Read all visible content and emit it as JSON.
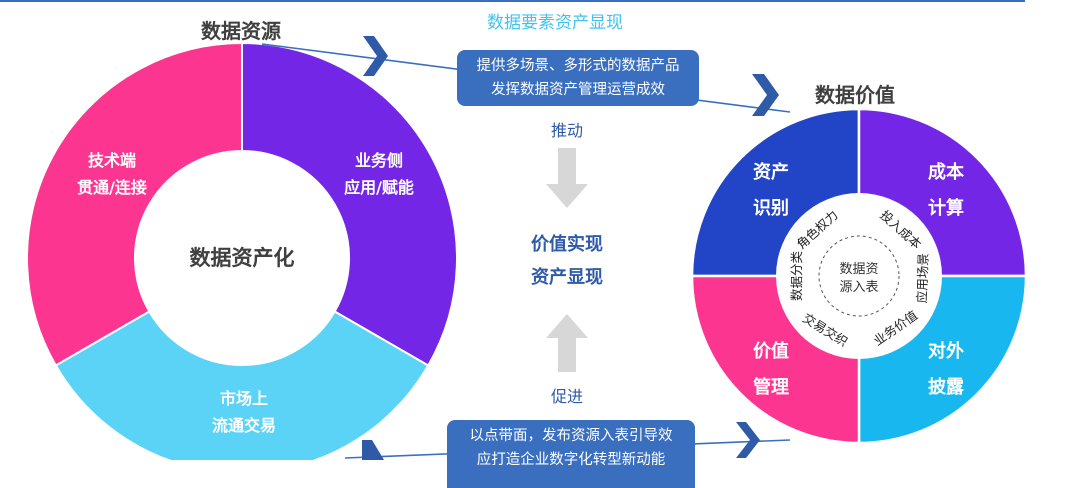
{
  "top_caption": "数据要素资产显现",
  "left_title": "数据资源",
  "right_title": "数据价值",
  "left_ring": {
    "center": "数据资产化",
    "segments": [
      {
        "lines": [
          "技术端",
          "贯通/连接"
        ],
        "color": "#fb3590"
      },
      {
        "lines": [
          "业务侧",
          "应用/赋能"
        ],
        "color": "#7326e6"
      },
      {
        "lines": [
          "市场上",
          "流通交易"
        ],
        "color": "#5bd3f7"
      }
    ]
  },
  "right_ring": {
    "center": [
      "数据资",
      "源入表"
    ],
    "quadrants": [
      {
        "lines": [
          "资产",
          "识别"
        ],
        "color": "#2244c6"
      },
      {
        "lines": [
          "成本",
          "计算"
        ],
        "color": "#7326e6"
      },
      {
        "lines": [
          "对外",
          "披露"
        ],
        "color": "#19b7f0"
      },
      {
        "lines": [
          "价值",
          "管理"
        ],
        "color": "#fb3590"
      }
    ],
    "inner_labels": [
      "角色权力",
      "投入成本",
      "应用场景",
      "业务价值",
      "交易交织",
      "数据分类"
    ]
  },
  "top_box": {
    "lines": [
      "提供多场景、多形式的数据产品",
      "发挥数据资产管理运营成效"
    ]
  },
  "push_label": "推动",
  "middle": {
    "lines": [
      "价值实现",
      "资产显现"
    ]
  },
  "promote_label": "促进",
  "bottom_box": {
    "lines": [
      "以点带面，发布资源入表引导效",
      "应打造企业数字化转型新动能"
    ]
  }
}
